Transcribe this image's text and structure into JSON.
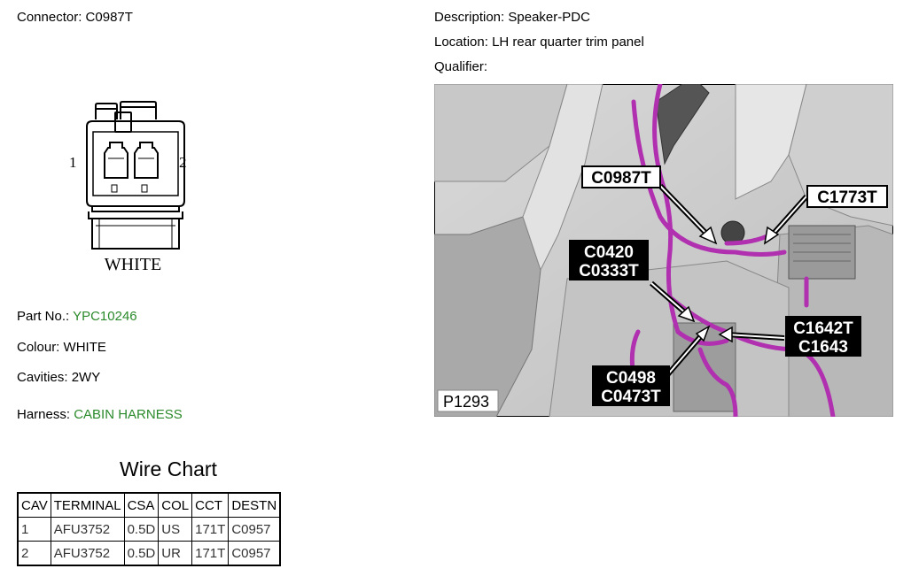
{
  "connector": {
    "label": "Connector:",
    "value": "C0987T"
  },
  "description": {
    "label": "Description:",
    "value": "Speaker-PDC"
  },
  "location": {
    "label": "Location:",
    "value": "LH rear quarter trim panel"
  },
  "qualifier": {
    "label": "Qualifier:",
    "value": ""
  },
  "drawing": {
    "pin_left": "1",
    "pin_right": "2",
    "color_label": "WHITE"
  },
  "part_no": {
    "label": "Part No.:",
    "value": "YPC10246"
  },
  "colour": {
    "label": "Colour:",
    "value": "WHITE"
  },
  "cavities": {
    "label": "Cavities:",
    "value": "2WY"
  },
  "harness": {
    "label": "Harness:",
    "value": "CABIN HARNESS"
  },
  "wire_chart": {
    "title": "Wire Chart",
    "headers": [
      "CAV",
      "TERMINAL",
      "CSA",
      "COL",
      "CCT",
      "DESTN"
    ],
    "rows": [
      [
        "1",
        "AFU3752",
        "0.5D",
        "US",
        "171T",
        "C0957"
      ],
      [
        "2",
        "AFU3752",
        "0.5D",
        "UR",
        "171T",
        "C0957"
      ]
    ]
  },
  "image": {
    "figure_id": "P1293",
    "callouts": [
      "C0987T",
      "C1773T",
      "C0420",
      "C0333T",
      "C1642T",
      "C1643",
      "C0498",
      "C0473T"
    ]
  },
  "colors": {
    "accent_green": "#2b8a2b",
    "harness_purple": "#b030b0"
  }
}
